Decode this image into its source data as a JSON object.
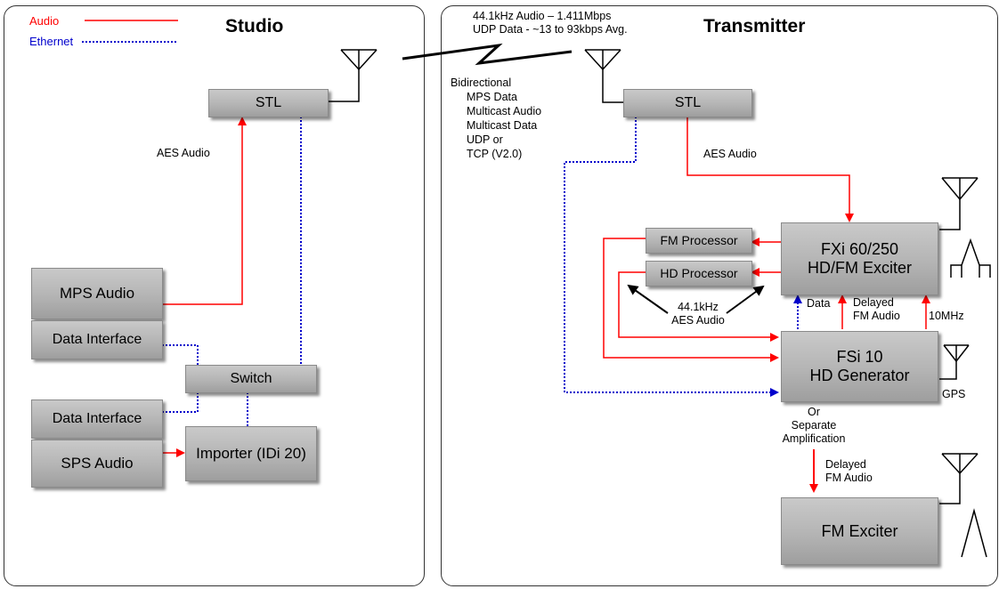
{
  "legend": {
    "audio": "Audio",
    "ethernet": "Ethernet"
  },
  "panels": {
    "studio_title": "Studio",
    "transmitter_title": "Transmitter"
  },
  "link_info": {
    "line1": "44.1kHz Audio – 1.411Mbps",
    "line2": "UDP Data - ~13 to 93kbps Avg."
  },
  "bidirectional": {
    "title": "Bidirectional",
    "items": [
      "MPS Data",
      "Multicast Audio",
      "Multicast Data",
      "UDP or",
      "TCP (V2.0)"
    ]
  },
  "boxes": {
    "stl_studio": "STL",
    "stl_transmitter": "STL",
    "mps_audio": "MPS Audio",
    "data_interface_1": "Data Interface",
    "switch": "Switch",
    "data_interface_2": "Data Interface",
    "sps_audio": "SPS Audio",
    "importer": "Importer (IDi 20)",
    "fm_processor": "FM Processor",
    "hd_processor": "HD Processor",
    "fxi_line1": "FXi 60/250",
    "fxi_line2": "HD/FM Exciter",
    "fsi_line1": "FSi 10",
    "fsi_line2": "HD Generator",
    "fm_exciter": "FM Exciter"
  },
  "labels": {
    "aes_audio_studio": "AES Audio",
    "aes_audio_tx": "AES Audio",
    "aes_441_line1": "44.1kHz",
    "aes_441_line2": "AES Audio",
    "data": "Data",
    "delayed_fm_audio_1": "Delayed\nFM Audio",
    "ten_mhz": "10MHz",
    "gps": "GPS",
    "or_separate": "Or\nSeparate\nAmplification",
    "delayed_fm_audio_2": "Delayed\nFM Audio"
  },
  "colors": {
    "audio": "#ff0000",
    "ethernet": "#0000cc",
    "arrow_black": "#000000"
  }
}
